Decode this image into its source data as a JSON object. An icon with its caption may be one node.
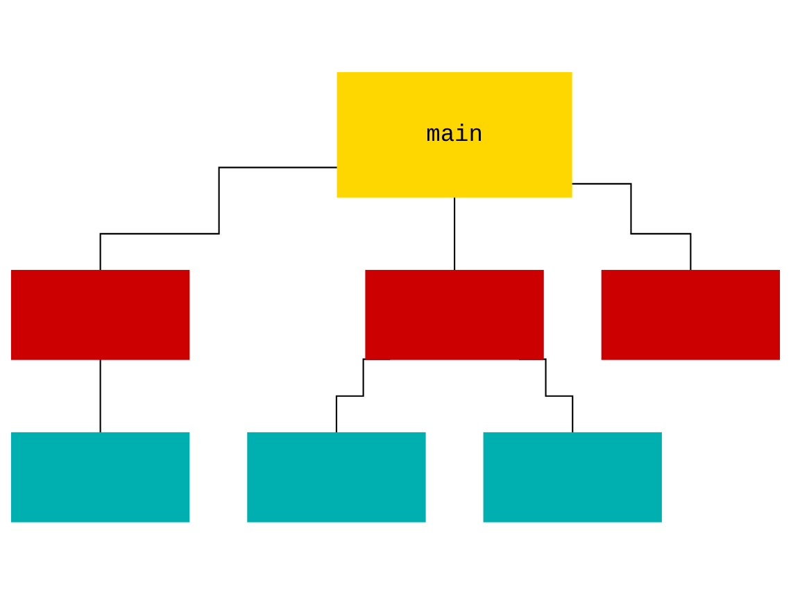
{
  "diagram": {
    "nodes": [
      {
        "text": [
          "main"
        ]
      },
      {
        "text": [],
        "shape": "box"
      },
      {
        "text": [],
        "shape": "box"
      },
      {
        "text": [],
        "shape": "box"
      },
      {
        "text": [],
        "shape": "box"
      },
      {
        "text": [],
        "shape": "box"
      },
      {
        "text": [],
        "shape": "box"
      }
    ],
    "edges": [
      {
        "from": 0,
        "to": 1,
        "arrow": "none"
      },
      {
        "from": 0,
        "to": 2,
        "arrow": "none"
      },
      {
        "from": 0,
        "to": 3,
        "arrow": "none"
      },
      {
        "from": 1,
        "to": 4,
        "arrow": "none"
      },
      {
        "from": 2,
        "to": 5,
        "arrow": "none"
      },
      {
        "from": 2,
        "to": 6,
        "arrow": "none"
      }
    ]
  }
}
